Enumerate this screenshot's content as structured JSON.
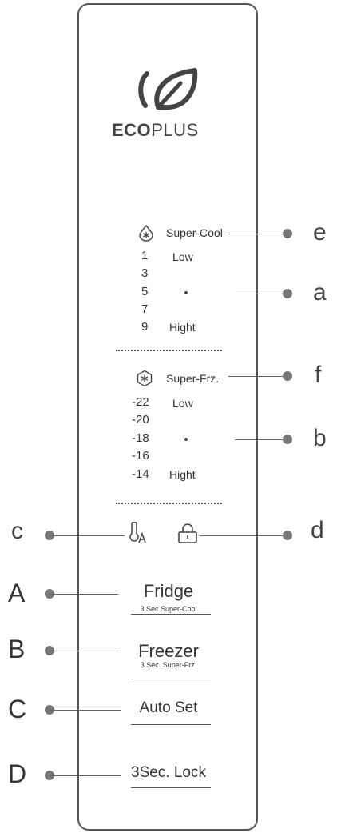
{
  "logo": {
    "bold": "ECO",
    "rest": "PLUS",
    "icon": "leaf-logo"
  },
  "fridge_section": {
    "mode_label": "Super-Cool",
    "mode_icon": "snowflake-drop-icon",
    "levels": [
      "1",
      "3",
      "5",
      "7",
      "9"
    ],
    "low_label": "Low",
    "high_label": "Hight"
  },
  "freezer_section": {
    "mode_label": "Super-Frz.",
    "mode_icon": "snowflake-hexagon-icon",
    "levels": [
      "-22",
      "-20",
      "-18",
      "-16",
      "-14"
    ],
    "low_label": "Low",
    "high_label": "Hight"
  },
  "icons": {
    "temp_auto": "thermometer-auto-icon",
    "lock": "lock-icon"
  },
  "callouts": {
    "e": "e",
    "a": "a",
    "f": "f",
    "b": "b",
    "c": "c",
    "d": "d"
  },
  "buttons": [
    {
      "letter": "A",
      "label": "Fridge",
      "sub": "3 Sec.Super-Cool"
    },
    {
      "letter": "B",
      "label": "Freezer",
      "sub": "3 Sec. Super-Frz."
    },
    {
      "letter": "C",
      "label": "Auto Set",
      "sub": ""
    },
    {
      "letter": "D",
      "label": "3Sec. Lock",
      "sub": ""
    }
  ]
}
